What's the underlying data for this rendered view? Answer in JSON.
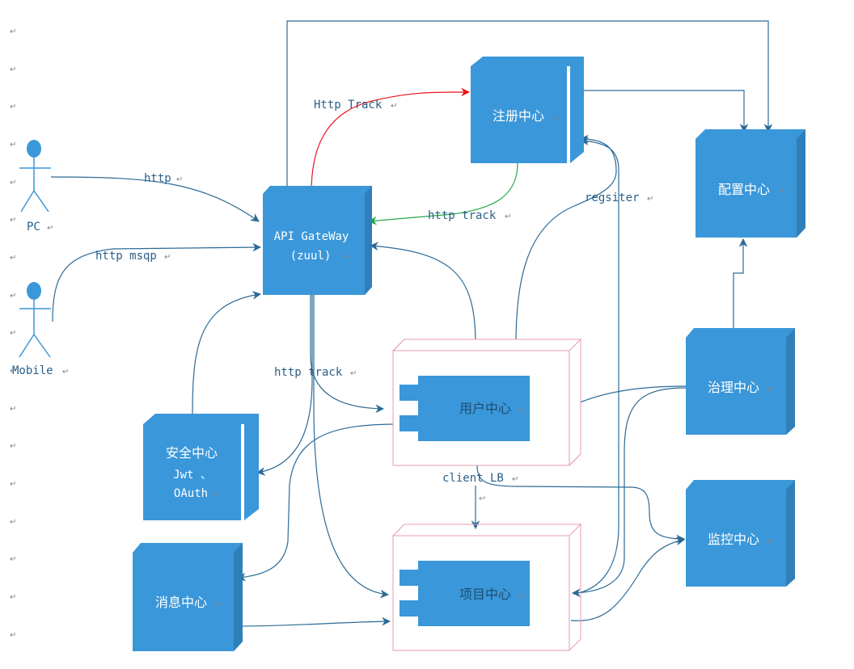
{
  "actors": {
    "pc": "PC",
    "mobile": "Mobile"
  },
  "nodes": {
    "gateway_line1": "API GateWay",
    "gateway_line2": "(zuul)",
    "registry": "注册中心",
    "config": "配置中心",
    "security_line1": "安全中心",
    "security_line2": "Jwt 、",
    "security_line3": "OAuth",
    "user": "用户中心",
    "project": "项目中心",
    "message": "消息中心",
    "governance": "治理中心",
    "monitor": "监控中心"
  },
  "edges": {
    "http": "http",
    "http_msqp": "http msqp",
    "http_track_red": "Http Track",
    "http_track_green": "http track",
    "http_track_down": "http track",
    "regsiter": "regsiter",
    "client_lb": "client LB"
  },
  "marks": {
    "paragraph": "↵",
    "arrow_glyph": "↩"
  },
  "colors": {
    "node_fill": "#3a97d9",
    "node_shade": "#2f7fb8",
    "edge": "#2c6a96",
    "red_edge": "#e8141c",
    "green_edge": "#24a84a",
    "component_border": "#e59bb4"
  }
}
